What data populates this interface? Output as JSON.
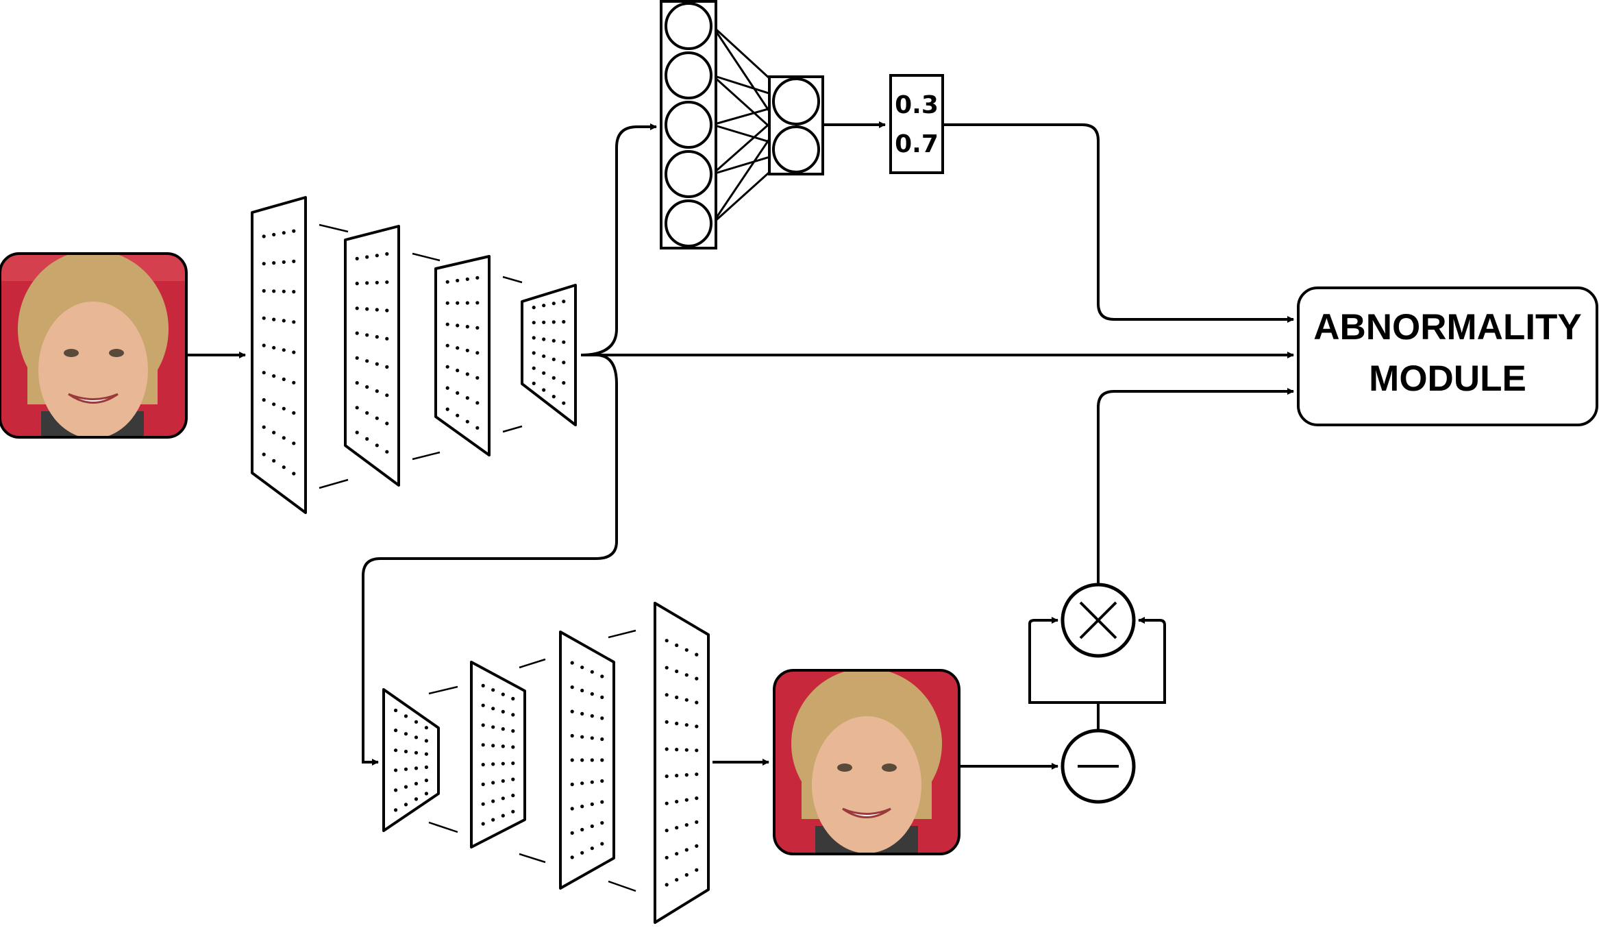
{
  "probabilities": [
    "0.3",
    "0.7"
  ],
  "module": {
    "line1": "ABNORMALITY",
    "line2": "MODULE"
  },
  "icons": {
    "input_face": "face-photo-icon",
    "output_face": "reconstructed-face-photo-icon",
    "multiply": "multiply-icon",
    "subtract": "subtract-icon"
  },
  "colors": {
    "stroke": "#000000",
    "photo_background": "#c8283c",
    "hair": "#c9a66b",
    "skin": "#e8b896"
  }
}
